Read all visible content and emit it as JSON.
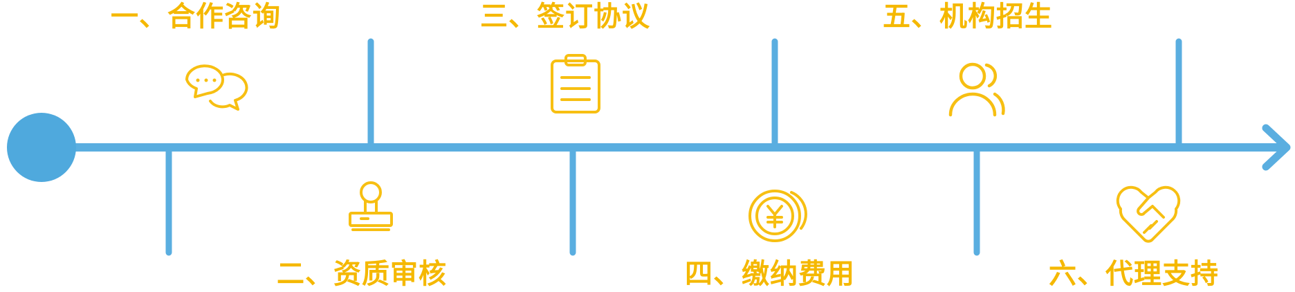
{
  "colors": {
    "line": "#5aaee0",
    "node": "#4fa9dd",
    "accent": "#f5b800",
    "accent_icon": "#f7bf12"
  },
  "steps": [
    {
      "label": "一、合作咨询",
      "icon": "chat-bubbles-icon",
      "position": "top"
    },
    {
      "label": "二、资质审核",
      "icon": "stamp-icon",
      "position": "bottom"
    },
    {
      "label": "三、签订协议",
      "icon": "clipboard-icon",
      "position": "top"
    },
    {
      "label": "四、缴纳费用",
      "icon": "yuan-coin-icon",
      "position": "bottom"
    },
    {
      "label": "五、机构招生",
      "icon": "users-icon",
      "position": "top"
    },
    {
      "label": "六、代理支持",
      "icon": "handshake-icon",
      "position": "bottom"
    }
  ]
}
